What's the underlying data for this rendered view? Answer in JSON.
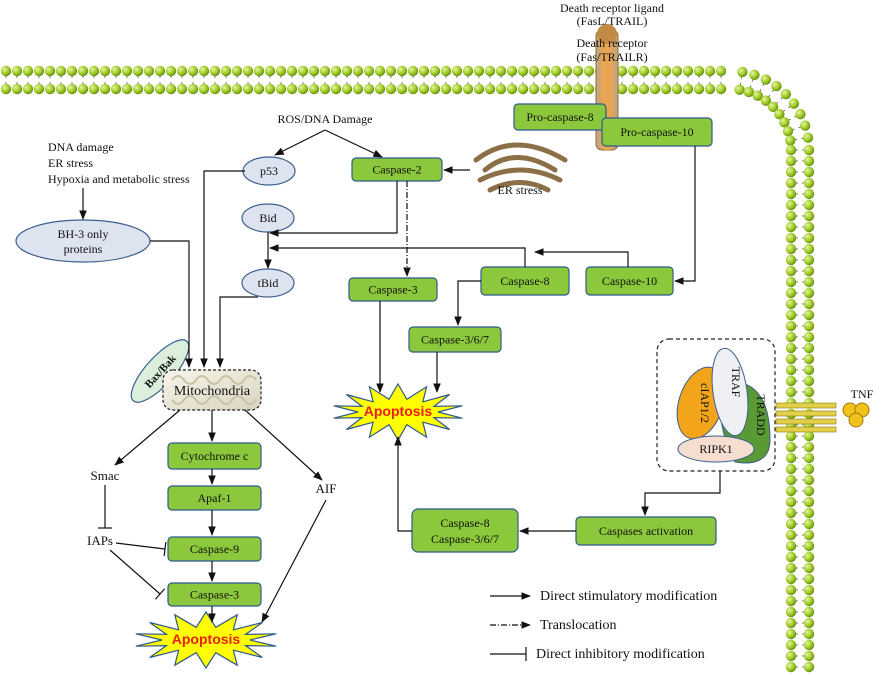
{
  "receptor": {
    "ligand_line1": "Death receptor ligand",
    "ligand_line2": "(FasL/TRAIL)",
    "receptor_line1": "Death receptor",
    "receptor_line2": "(Fas/TRAILR)"
  },
  "stresses": {
    "ros": "ROS/DNA Damage",
    "dna_damage": "DNA damage",
    "er_stress_text": "ER stress",
    "hypoxia": "Hypoxia and metabolic stress",
    "er_stress_label": "ER stress"
  },
  "nodes": {
    "p53": "p53",
    "bid": "Bid",
    "tbid": "tBid",
    "bh3_line1": "BH-3 only",
    "bh3_line2": "proteins",
    "bax_bak": "Bax/Bak",
    "mitochondria": "Mitochondria",
    "caspase2": "Caspase-2",
    "caspase3_mid": "Caspase-3",
    "caspase8": "Caspase-8",
    "caspase10": "Caspase-10",
    "caspase367": "Caspase-3/6/7",
    "pro_caspase8": "Pro-caspase-8",
    "pro_caspase10": "Pro-caspase-10",
    "cytochrome_c": "Cytochrome c",
    "apaf1": "Apaf-1",
    "caspase9": "Caspase-9",
    "caspase3_low": "Caspase-3",
    "smac": "Smac",
    "iaps": "IAPs",
    "aif": "AIF",
    "caspases_activation": "Caspases activation",
    "casp8_line1": "Caspase-8",
    "casp8_line2": "Caspase-3/6/7",
    "apoptosis_top": "Apoptosis",
    "apoptosis_bottom": "Apoptosis"
  },
  "complex": {
    "ciap": "cIAP1/2",
    "traf": "TRAF",
    "tradd": "TRADD",
    "ripk1": "RIPK1",
    "tnf": "TNF"
  },
  "legend": {
    "stimulatory": "Direct stimulatory modification",
    "translocation": "Translocation",
    "inhibitory": "Direct inhibitory modification"
  },
  "colors": {
    "box_green": "#8cc83c",
    "box_border": "#2f5a8c",
    "oval_fill": "#dde3ef",
    "oval_border": "#3b5f8f",
    "membrane_bead": "#8dc21f",
    "apoptosis_star": "#ffff00",
    "apoptosis_text": "#e8201a",
    "ciap_orange": "#f2a51a",
    "tradd_green": "#5a9a35",
    "ripk1_pink": "#f5ddd0"
  }
}
